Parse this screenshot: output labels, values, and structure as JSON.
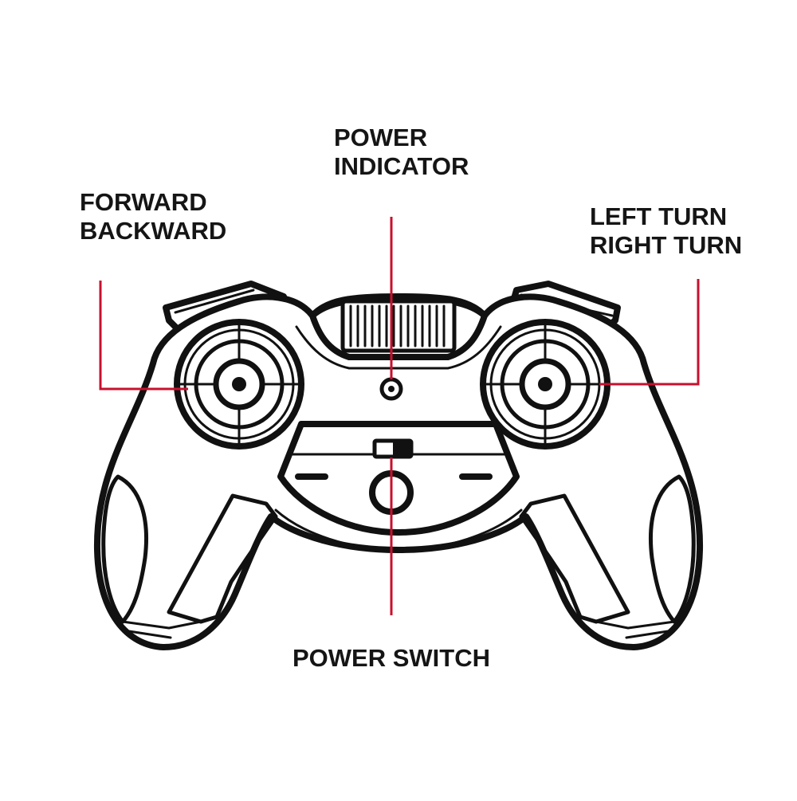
{
  "labels": {
    "power_indicator": [
      "POWER",
      "INDICATOR"
    ],
    "forward_backward": [
      "FORWARD",
      "BACKWARD"
    ],
    "turns": [
      "LEFT TURN",
      "RIGHT TURN"
    ],
    "power_switch": "POWER SWITCH"
  },
  "colors": {
    "outline": "#111111",
    "leader_line": "#c8102e",
    "background": "#ffffff"
  }
}
